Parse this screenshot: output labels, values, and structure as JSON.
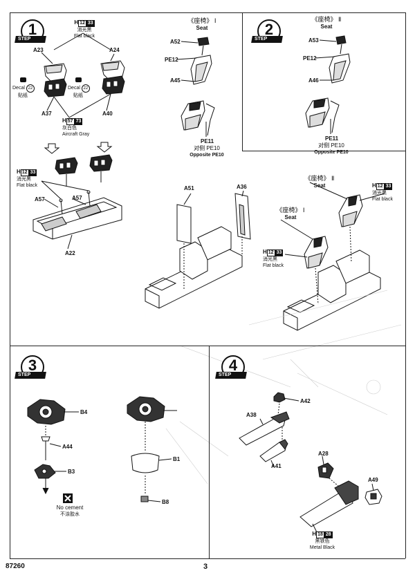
{
  "step1": {
    "step_label": "STEP",
    "step_number": "1",
    "paint_top": {
      "letter": "H",
      "n1": "12",
      "n2": "33",
      "cn": "消光黑",
      "en": "Flat black"
    },
    "parts": {
      "a23": "A23",
      "a24": "A24",
      "a37": "A37",
      "a40": "A40",
      "a57a": "A57",
      "a57b": "A57",
      "a22": "A22"
    },
    "decal_left": {
      "label": "Decal",
      "num": "22",
      "cn": "贴纸"
    },
    "decal_right": {
      "label": "Decal",
      "num": "22",
      "cn": "贴纸"
    },
    "paint_gray": {
      "letter": "H",
      "n1": "57",
      "n2": "73",
      "cn": "灰白色",
      "en": "Aircraft Gray"
    },
    "paint_bottom": {
      "letter": "H",
      "n1": "12",
      "n2": "33",
      "cn": "消光黑",
      "en": "Flat black"
    },
    "seat_title_cn": "《座椅》 Ⅰ",
    "seat_title_en": "Seat",
    "seat_parts": {
      "a52": "A52",
      "pe12": "PE12",
      "a45": "A45"
    },
    "pe11": "PE11",
    "opposite_cn": "对侧 PE10",
    "opposite_en": "Opposite  PE10",
    "assy_parts": {
      "a51": "A51",
      "a36": "A36"
    }
  },
  "step2": {
    "step_label": "STEP",
    "step_number": "2",
    "seat_title_cn": "《座椅》 Ⅱ",
    "seat_title_en": "Seat",
    "seat_parts": {
      "a53": "A53",
      "pe12": "PE12",
      "a46": "A46"
    },
    "pe11": "PE11",
    "opposite_cn": "对侧 PE10",
    "opposite_en": "Opposite  PE10",
    "assy_seat2_cn": "《座椅》 Ⅱ",
    "assy_seat2_en": "Seat",
    "assy_seat1_cn": "《座椅》 Ⅰ",
    "assy_seat1_en": "Seat",
    "paint_right": {
      "letter": "H",
      "n1": "12",
      "n2": "33",
      "cn": "消光黑",
      "en": "Flat black"
    },
    "paint_left": {
      "letter": "H",
      "n1": "12",
      "n2": "33",
      "cn": "消光黑",
      "en": "Flat black"
    }
  },
  "step3": {
    "step_label": "STEP",
    "step_number": "3",
    "parts": {
      "b4": "B4",
      "a44": "A44",
      "b3": "B3",
      "b1": "B1",
      "b8": "B8"
    },
    "no_cement_en": "No cement",
    "no_cement_cn": "不涂胶水"
  },
  "step4": {
    "step_label": "STEP",
    "step_number": "4",
    "parts": {
      "a42": "A42",
      "a38": "A38",
      "a41": "A41",
      "a28": "A28",
      "a49": "A49"
    },
    "paint": {
      "letter": "H",
      "n1": "18",
      "n2": "28",
      "cn": "黑铁色",
      "en": "Metal  Black"
    }
  },
  "footer": {
    "kit_number": "87260",
    "page_number": "3"
  }
}
